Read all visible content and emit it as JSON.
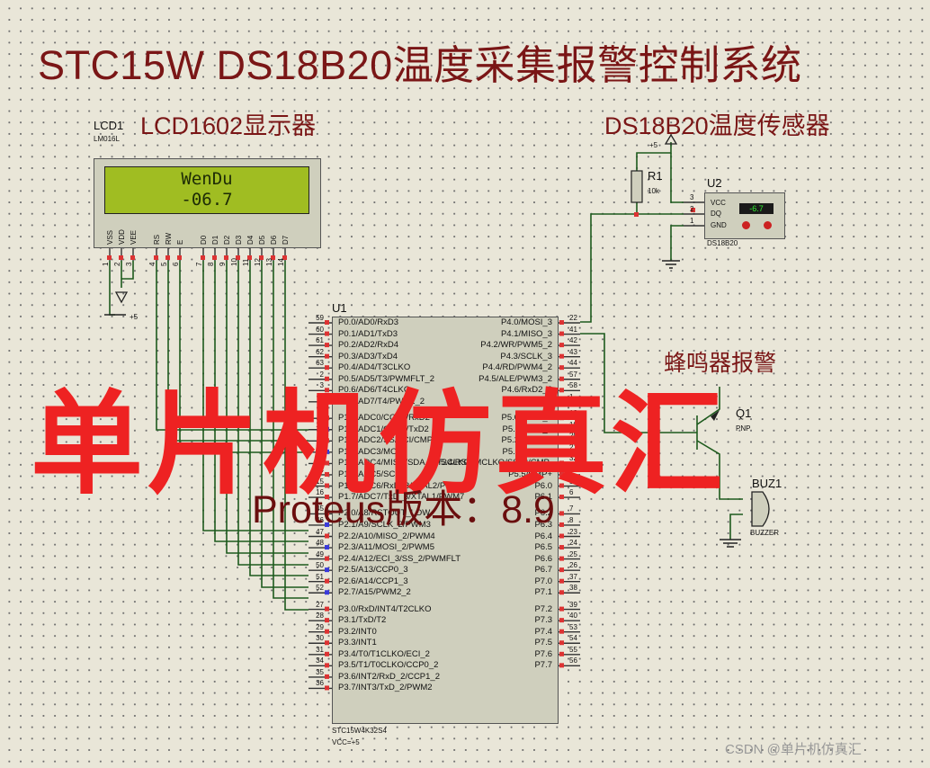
{
  "title": "STC15W DS18B20温度采集报警控制系统",
  "lcd": {
    "ref": "LCD1",
    "model": "LM016L",
    "label": "LCD1602显示器",
    "line1": "WenDu",
    "line2": "-06.7",
    "pin_names": [
      "VSS",
      "VDD",
      "VEE",
      "RS",
      "RW",
      "E",
      "D0",
      "D1",
      "D2",
      "D3",
      "D4",
      "D5",
      "D6",
      "D7"
    ],
    "pin_numbers": [
      "1",
      "2",
      "3",
      "4",
      "5",
      "6",
      "7",
      "8",
      "9",
      "10",
      "11",
      "12",
      "13",
      "14"
    ],
    "power_label": "+5"
  },
  "sensor": {
    "label": "DS18B20温度传感器",
    "ref": "U2",
    "model": "DS18B20",
    "reading": "-6.7",
    "pins": [
      "VCC",
      "DQ",
      "GND"
    ],
    "pin_numbers": [
      "3",
      "2",
      "1"
    ],
    "vcc_label": "+5",
    "resistor_ref": "R1",
    "resistor_value": "10k"
  },
  "buzzer": {
    "label": "蜂鸣器报警",
    "transistor_ref": "Q1",
    "transistor_type": "PNP",
    "ref": "BUZ1",
    "model": "BUZZER"
  },
  "mcu": {
    "ref": "U1",
    "model": "STC15W4K32S4",
    "vcc": "VCC=+5",
    "left_pins": [
      {
        "n": "59",
        "name": "P0.0/AD0/RxD3"
      },
      {
        "n": "60",
        "name": "P0.1/AD1/TxD3"
      },
      {
        "n": "61",
        "name": "P0.2/AD2/RxD4"
      },
      {
        "n": "62",
        "name": "P0.3/AD3/TxD4"
      },
      {
        "n": "63",
        "name": "P0.4/AD4/T3CLKO"
      },
      {
        "n": "2",
        "name": "P0.5/AD5/T3/PWMFLT_2"
      },
      {
        "n": "3",
        "name": "P0.6/AD6/T4CLKO"
      },
      {
        "n": "4",
        "name": "P0.7/AD7/T4/PWM2_2"
      },
      {
        "n": "9",
        "name": "P1.0/ADC0/CCP1/RxD2"
      },
      {
        "n": "10",
        "name": "P1.1/ADC1/CCP0/TxD2"
      },
      {
        "n": "11",
        "name": "P1.2/ADC2/SS/ECI/CMPO"
      },
      {
        "n": "12",
        "name": "P1.3/ADC3/MOSI"
      },
      {
        "n": "13",
        "name": "P1.4/ADC4/MISO/SDA_4/T3CLKO"
      },
      {
        "n": "14",
        "name": "P1.5/ADC5/SCLK"
      },
      {
        "n": "15",
        "name": "P1.6/ADC6/RxD_3/XTAL2/PWM6"
      },
      {
        "n": "16",
        "name": "P1.7/ADC7/TxD_3/XTAL1/PWM7"
      },
      {
        "n": "45",
        "name": "P2.0/A8/RSTOUT_LOW"
      },
      {
        "n": "46",
        "name": "P2.1/A9/SCLK_2/PWM3"
      },
      {
        "n": "47",
        "name": "P2.2/A10/MISO_2/PWM4"
      },
      {
        "n": "48",
        "name": "P2.3/A11/MOSI_2/PWM5"
      },
      {
        "n": "49",
        "name": "P2.4/A12/ECI_3/SS_2/PWMFLT"
      },
      {
        "n": "50",
        "name": "P2.5/A13/CCP0_3"
      },
      {
        "n": "51",
        "name": "P2.6/A14/CCP1_3"
      },
      {
        "n": "52",
        "name": "P2.7/A15/PWM2_2"
      },
      {
        "n": "27",
        "name": "P3.0/RxD/INT4/T2CLKO"
      },
      {
        "n": "28",
        "name": "P3.1/TxD/T2"
      },
      {
        "n": "29",
        "name": "P3.2/INT0"
      },
      {
        "n": "30",
        "name": "P3.3/INT1"
      },
      {
        "n": "31",
        "name": "P3.4/T0/T1CLKO/ECI_2"
      },
      {
        "n": "34",
        "name": "P3.5/T1/T0CLKO/CCP0_2"
      },
      {
        "n": "35",
        "name": "P3.6/INT2/RxD_2/CCP1_2"
      },
      {
        "n": "36",
        "name": "P3.7/INT3/TxD_2/PWM2"
      }
    ],
    "right_pins": [
      {
        "n": "22",
        "name": "P4.0/MOSI_3"
      },
      {
        "n": "41",
        "name": "P4.1/MISO_3"
      },
      {
        "n": "42",
        "name": "P4.2/WR/PWM5_2"
      },
      {
        "n": "43",
        "name": "P4.3/SCLK_3"
      },
      {
        "n": "44",
        "name": "P4.4/RD/PWM4_2"
      },
      {
        "n": "57",
        "name": "P4.5/ALE/PWM3_2"
      },
      {
        "n": "58",
        "name": "P4.6/RxD2_2"
      },
      {
        "n": "1",
        "name": "P4.7/TxD2_2"
      },
      {
        "n": "18",
        "name": "P5.0/RxD3_2"
      },
      {
        "n": "19",
        "name": "P5.1/TxD3_2"
      },
      {
        "n": "20",
        "name": "P5.2/RxD4_2"
      },
      {
        "n": "21",
        "name": "P5.3/TxD4_2"
      },
      {
        "n": "32",
        "name": "P5.4/RST/MCLKO/SS_3/CMP-"
      },
      {
        "n": "33",
        "name": "P5.5/CMP+"
      },
      {
        "n": "5",
        "name": "P6.0"
      },
      {
        "n": "6",
        "name": "P6.1"
      },
      {
        "n": "7",
        "name": "P6.2"
      },
      {
        "n": "8",
        "name": "P6.3"
      },
      {
        "n": "23",
        "name": "P6.4"
      },
      {
        "n": "24",
        "name": "P6.5"
      },
      {
        "n": "25",
        "name": "P6.6"
      },
      {
        "n": "26",
        "name": "P6.7"
      },
      {
        "n": "37",
        "name": "P7.0"
      },
      {
        "n": "38",
        "name": "P7.1"
      },
      {
        "n": "39",
        "name": "P7.2"
      },
      {
        "n": "40",
        "name": "P7.3"
      },
      {
        "n": "53",
        "name": "P7.4"
      },
      {
        "n": "54",
        "name": "P7.5"
      },
      {
        "n": "55",
        "name": "P7.6"
      },
      {
        "n": "56",
        "name": "P7.7"
      }
    ]
  },
  "watermark": {
    "text": "单片机仿真汇",
    "version": "Proteus版本：8.9",
    "csdn": "CSDN @单片机仿真汇"
  }
}
